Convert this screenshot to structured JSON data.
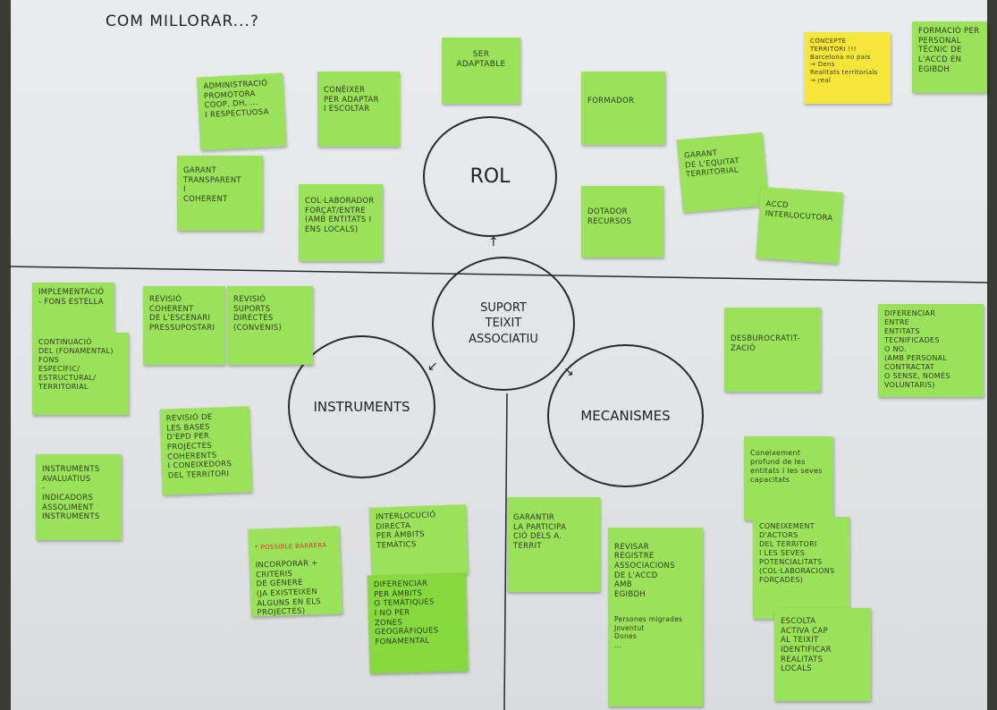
{
  "header": {
    "title": "COM MILLORAR...?"
  },
  "circles": {
    "rol": "ROL",
    "suport": "SUPORT\nTEIXIT\nASSOCIATIU",
    "instruments": "INSTRUMENTS",
    "mecanismes": "MECANISMES"
  },
  "notes": {
    "ser_adaptable": "SER\nADAPTABLE",
    "administracio": "ADMINISTRACIÓ\nPROMOTORA\nCOOP, DH, ...\ni respectuosa",
    "coneixer": "CONÈIXER\nPER ADAPTAR\ni ESCOLTAR",
    "formador": "FORMADOR",
    "concepte": "CONCEPTE\nTERRITORI !!!\nBarcelona no pais\n→ Dens\nRealitats territorials\n→ real",
    "formacio": "FORMACIÓ PER\nPERSONAL\nTÈCNIC DE\nL'ACCD EN\nEGiBDH",
    "garant_equitat": "GARANT\nDE L'EQUITAT\nTERRITORIAL",
    "garant_transparent": "GARANT\nTRANSPARENT\ni\nCOHERENT",
    "collaborador": "COL·LABORADOR\nFORÇAT/ENTRE\n(amb entitats i\nens locals)",
    "dotador": "DOTADOR\nRECURSOS",
    "accd": "ACCD\nINTERLOCUTORA",
    "implementacio": "IMPLEMENTACIÓ\n- FONS ESTELLA",
    "revisio_coherent": "REVISIÓ\nCOHERENT\nDE L'ESCENARI\nPRESSUPOSTARI",
    "revisio_suports": "REVISIÓ\nSUPORTS\nDIRECTES\n(CONVENIS)",
    "continuacio": "CONTINUACIÓ\nDEL (FONAMENTAL)\nFONS\nESPECÍFIC/\nESTRUCTURAL/\nTERRITORIAL",
    "desburocratitzacio": "DESBUROCRATIT-\nZACIÓ",
    "diferenciar_entitats": "DIFERENCIAR\nENTRE\nENTITATS\nTECNIFICADES\nO NO.\n(amb personal contractat\no sense, només voluntaris)",
    "revisio_bases": "REVISIÓ DE\nLES BASES\nD'EpD PER\nPROJECTES\nCOHERENTS\ni CONEIXEDORS\nDEL TERRITORI",
    "instruments_avaluatius": "INSTRUMENTS\nAVALUATIUS\n-\nINDICADORS\nASSOLIMENT INSTRUMENTS",
    "coneixement_profund": "Coneixement\nprofund de les\nentitats i les seves\ncapacitats",
    "possible_barrera": "* POSSIBLE BARRERA",
    "incorporar": "INCORPORAR +\nCRITERIS\nDE GÈNERE\n(ja existeixen\nalguns en els\nprojectes)",
    "interlocucio": "INTERLOCUCIÓ\nDIRECTA\nPER ÀMBITS\nTEMÀTICS",
    "garantir": "GARANTIR\nLA PARTICIPA\nCIÓ DELS A.\nTERRIT",
    "revisar": "REVISAR\nREGISTRE\nASSOCIACIONS\nDE L'ACCD\nAMB\nEGiBDH",
    "revisar_sub": "Persones migrades\nJoventut\nDones\n...",
    "coneixement_actors": "CONEIXEMENT\nD'ACTORS\nDEL TERRITORI\ni LES SEVES\nPOTENCIALITATS\n(COL·LABORACIONS\nFORÇADES)",
    "diferenciar_ambits": "DIFERENCIAR\nPER ÀMBITS\nO TEMÀTIQUES\ni NO PER\nZONES\nGEOGRÀFIQUES\nFONAMENTAL",
    "escolta": "ESCOLTA\nACTIVA CAP\nAL TEIXIT\nIDENTIFICAR\nREALITATS\nLOCALS"
  },
  "colors": {
    "note_green": "#9be25b",
    "note_yellow": "#f7e63a",
    "paper": "#e6e8eb"
  }
}
